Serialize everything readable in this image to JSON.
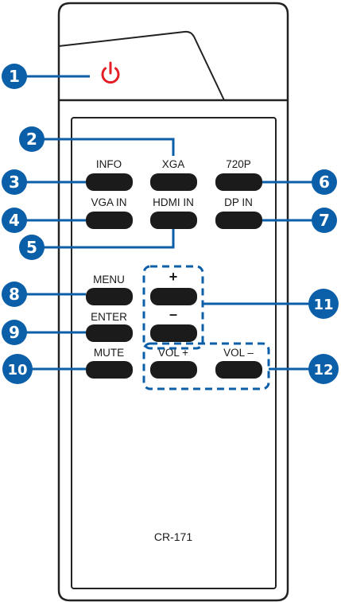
{
  "remote": {
    "model": "CR-171",
    "colors": {
      "body_stroke": "#222222",
      "button": "#1b1b1b",
      "callout": "#0b5fa8",
      "power_icon": "#e31e24"
    },
    "power_icon": "power-icon",
    "buttons": {
      "info": "INFO",
      "xga": "XGA",
      "p720": "720P",
      "vga_in": "VGA IN",
      "hdmi_in": "HDMI IN",
      "dp_in": "DP IN",
      "menu": "MENU",
      "plus": "+",
      "enter": "ENTER",
      "minus": "–",
      "mute": "MUTE",
      "vol_plus": "VOL +",
      "vol_minus": "VOL –"
    }
  },
  "callouts": [
    "1",
    "2",
    "3",
    "4",
    "5",
    "6",
    "7",
    "8",
    "9",
    "10",
    "11",
    "12"
  ]
}
